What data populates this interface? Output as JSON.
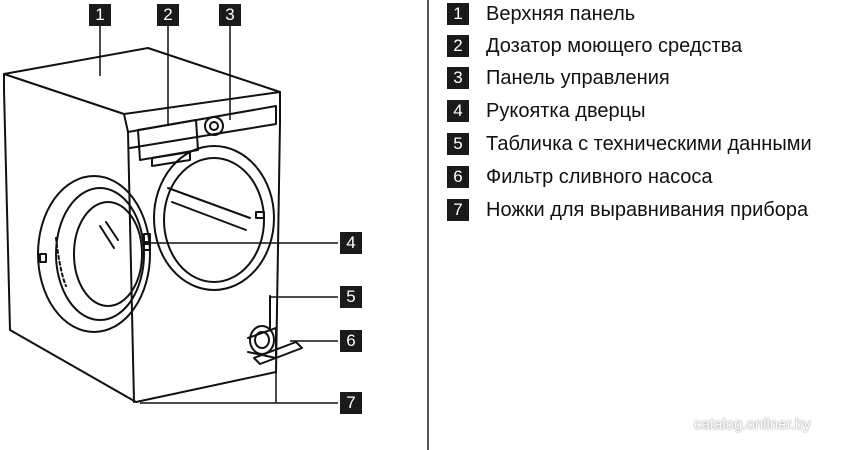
{
  "legend": [
    {
      "num": "1",
      "label": "Верхняя панель"
    },
    {
      "num": "2",
      "label": "Дозатор моющего средства"
    },
    {
      "num": "3",
      "label": "Панель управления"
    },
    {
      "num": "4",
      "label": "Рукоятка дверцы"
    },
    {
      "num": "5",
      "label": "Табличка с техническими данными"
    },
    {
      "num": "6",
      "label": "Фильтр сливного насоса"
    },
    {
      "num": "7",
      "label": "Ножки для выравнивания прибора"
    }
  ],
  "watermark": "catalog.onliner.by",
  "colors": {
    "line": "#111111",
    "callout_bg": "#1a1a1a",
    "callout_text": "#ffffff"
  }
}
